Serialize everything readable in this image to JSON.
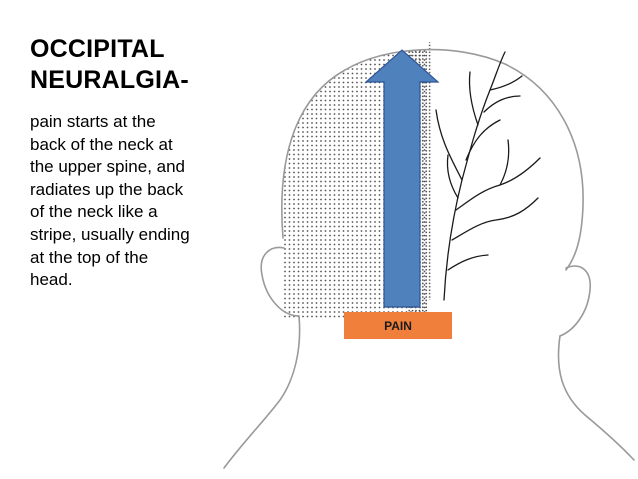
{
  "title": {
    "lines": [
      "OCCIPITAL",
      "NEURALGIA-"
    ]
  },
  "description": {
    "lines": [
      "pain starts at the",
      "back of the neck at",
      "the upper spine, and",
      "radiates up the back",
      "of the neck like a",
      "stripe, usually ending",
      "at the top of the",
      "head."
    ]
  },
  "diagram": {
    "label": "PAIN",
    "colors": {
      "arrow": "#4f81bd",
      "arrow_outline": "#2f5597",
      "label_box": "#f07f3c",
      "outline": "#9a9a9a",
      "stipple": "#555555",
      "nerves": "#1a1a1a"
    },
    "icons": [
      "upward-arrow",
      "head-back-view",
      "occipital-nerve-branches",
      "stippled-pain-region"
    ]
  }
}
